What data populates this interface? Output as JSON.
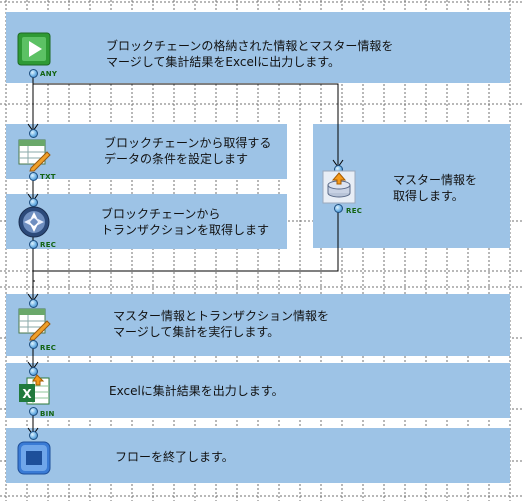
{
  "nodes": [
    {
      "id": "start",
      "icon": "play-icon",
      "label": "ブロックチェーンの格納された情報とマスター情報を\nマージして集計結果をExcelに出力します。",
      "port": "ANY"
    },
    {
      "id": "set-condition",
      "icon": "table-edit-icon",
      "label": "ブロックチェーンから取得する\nデータの条件を設定します",
      "port": "TXT"
    },
    {
      "id": "get-transactions",
      "icon": "blockchain-icon",
      "label": "ブロックチェーンから\nトランザクションを取得します",
      "port": "REC"
    },
    {
      "id": "get-master",
      "icon": "database-icon",
      "label": "マスター情報を\n取得します。",
      "port": "REC"
    },
    {
      "id": "merge",
      "icon": "table-edit-icon",
      "label": "マスター情報とトランザクション情報を\nマージして集計を実行します。",
      "port": "REC"
    },
    {
      "id": "excel-output",
      "icon": "excel-icon",
      "label": "Excelに集計結果を出力します。",
      "port": "BIN"
    },
    {
      "id": "end",
      "icon": "stop-icon",
      "label": "フローを終了します。",
      "port": ""
    }
  ]
}
